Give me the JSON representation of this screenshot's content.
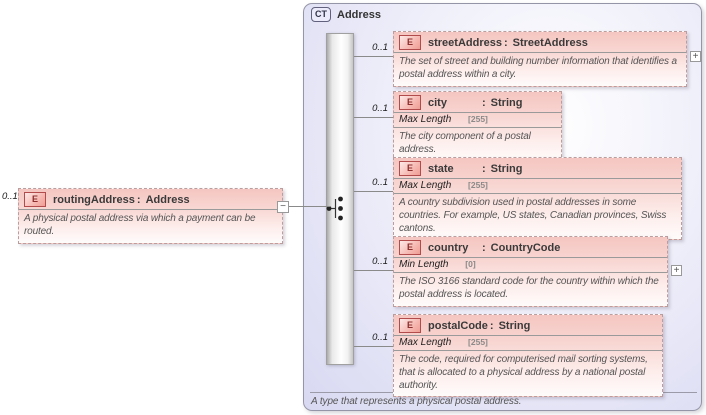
{
  "root_element": {
    "cardinality": "0..1",
    "badge": "E",
    "name": "routingAddress",
    "colon": ":",
    "type": "Address",
    "description": "A physical postal address via which a payment can be routed.",
    "collapse_symbol": "−"
  },
  "complex_type": {
    "badge": "CT",
    "title": "Address",
    "footer": "A type that represents a physical postal address.",
    "expand_symbol": "+",
    "children": [
      {
        "cardinality": "0..1",
        "badge": "E",
        "name": "streetAddress",
        "colon": ":",
        "type": "StreetAddress",
        "description": "The set of street and building number information that identifies a postal address within a city."
      },
      {
        "cardinality": "0..1",
        "badge": "E",
        "name": "city",
        "colon": ":",
        "type": "String",
        "facet": {
          "label": "Max Length",
          "value": "[255]"
        },
        "description": "The city component of a postal address."
      },
      {
        "cardinality": "0..1",
        "badge": "E",
        "name": "state",
        "colon": ":",
        "type": "String",
        "facet": {
          "label": "Max Length",
          "value": "[255]"
        },
        "description": "A country subdivision used in postal addresses in some countries. For example, US states, Canadian provinces, Swiss cantons."
      },
      {
        "cardinality": "0..1",
        "badge": "E",
        "name": "country",
        "colon": ":",
        "type": "CountryCode",
        "facet": {
          "label": "Min Length",
          "value": "[0]"
        },
        "description": "The ISO 3166 standard code for the country within which the postal address is located."
      },
      {
        "cardinality": "0..1",
        "badge": "E",
        "name": "postalCode",
        "colon": ":",
        "type": "String",
        "facet": {
          "label": "Max Length",
          "value": "[255]"
        },
        "description": "The code, required for computerised mail sorting systems, that is allocated to a physical address by a national postal authority."
      }
    ]
  },
  "colors": {
    "element_fill": "#f5c6c1",
    "element_badge_border": "#b24c4c",
    "container_fill": "#dcdcf5",
    "container_border": "#9595a8",
    "connector": "#8a8a8a"
  }
}
